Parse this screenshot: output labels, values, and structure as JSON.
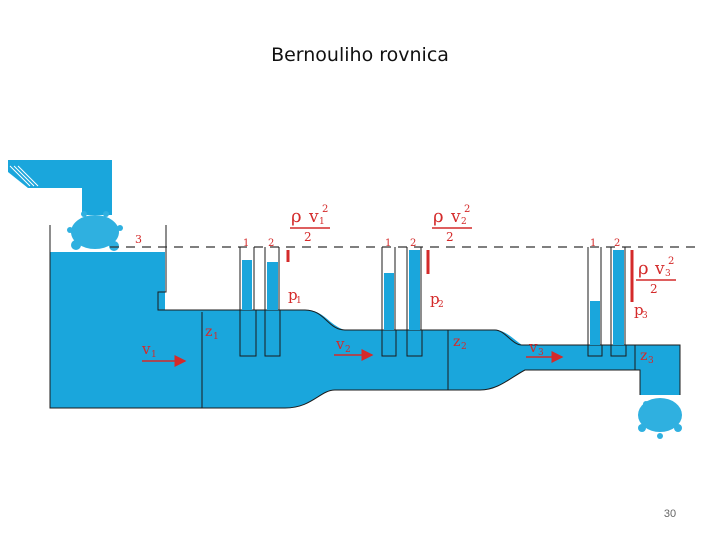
{
  "slide": {
    "title": "Bernouliho rovnica",
    "page_number": "30"
  },
  "labels": {
    "tank_level": "3",
    "pipe_sections": [
      {
        "tube_left": "1",
        "tube_right": "2",
        "head_rho": "ρ",
        "head_v": "v",
        "head_sub": "1",
        "head_exp": "2",
        "head_den": "2",
        "pressure": "p",
        "pressure_sub": "1",
        "velocity": "v",
        "velocity_sub": "1",
        "height": "z",
        "height_sub": "1"
      },
      {
        "tube_left": "1",
        "tube_right": "2",
        "head_rho": "ρ",
        "head_v": "v",
        "head_sub": "2",
        "head_exp": "2",
        "head_den": "2",
        "pressure": "p",
        "pressure_sub": "2",
        "velocity": "v",
        "velocity_sub": "2",
        "height": "z",
        "height_sub": "2"
      },
      {
        "tube_left": "1",
        "tube_right": "2",
        "head_rho": "ρ",
        "head_v": "v",
        "head_sub": "3",
        "head_exp": "2",
        "head_den": "2",
        "pressure": "p",
        "pressure_sub": "3",
        "velocity": "v",
        "velocity_sub": "3",
        "height": "z",
        "height_sub": "3"
      }
    ]
  },
  "colors": {
    "water": "#1aa6dc",
    "outline": "#1b1b1b",
    "accent": "#d42a2a",
    "reference_line": "#333333"
  }
}
